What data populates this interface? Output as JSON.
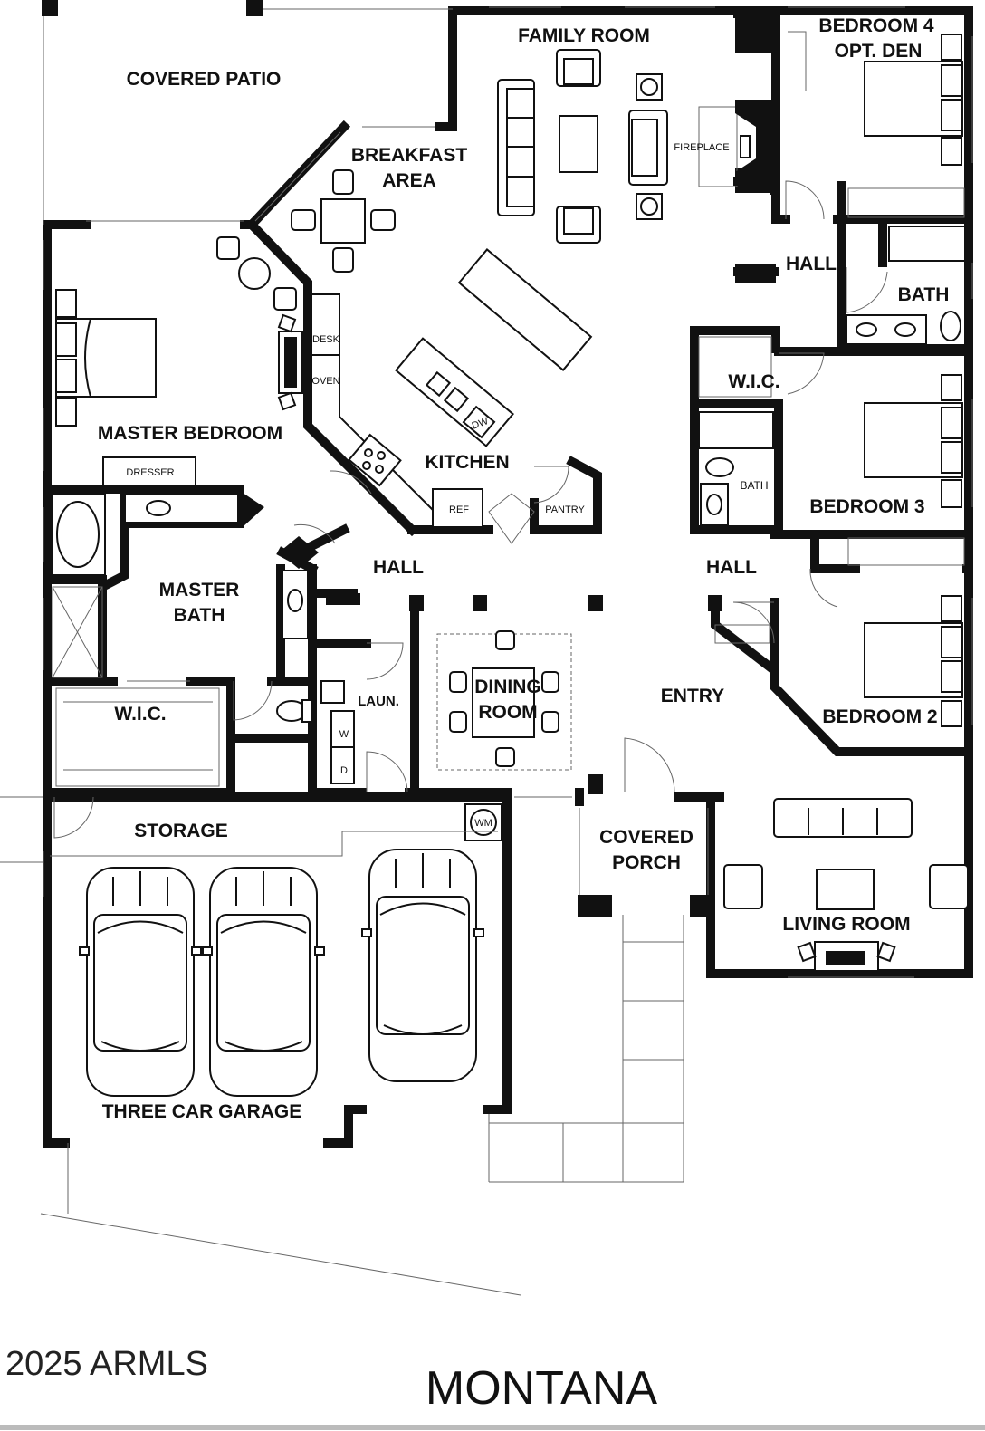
{
  "rooms": {
    "covered_patio": "COVERED PATIO",
    "family_room": "FAMILY ROOM",
    "bedroom4_line1": "BEDROOM 4",
    "bedroom4_line2": "OPT. DEN",
    "breakfast_line1": "BREAKFAST",
    "breakfast_line2": "AREA",
    "hall": "HALL",
    "bath": "BATH",
    "wic": "W.I.C.",
    "master_bedroom": "MASTER BEDROOM",
    "kitchen": "KITCHEN",
    "bedroom3": "BEDROOM 3",
    "master_bath_line1": "MASTER",
    "master_bath_line2": "BATH",
    "dining_line1": "DINING",
    "dining_line2": "ROOM",
    "entry": "ENTRY",
    "bedroom2": "BEDROOM 2",
    "laundry": "LAUN.",
    "storage": "STORAGE",
    "covered_porch_line1": "COVERED",
    "covered_porch_line2": "PORCH",
    "living_room": "LIVING ROOM",
    "garage": "THREE CAR GARAGE"
  },
  "fixtures": {
    "fireplace": "FIREPLACE",
    "desk": "DESK",
    "oven": "OVEN",
    "dw": "DW",
    "dresser": "DRESSER",
    "ref": "REF",
    "pantry": "PANTRY",
    "bath_small": "BATH",
    "washer": "W",
    "dryer": "D",
    "water_meter": "WM"
  },
  "footer": {
    "copyright": "2025 ARMLS",
    "plan_name": "MONTANA"
  }
}
